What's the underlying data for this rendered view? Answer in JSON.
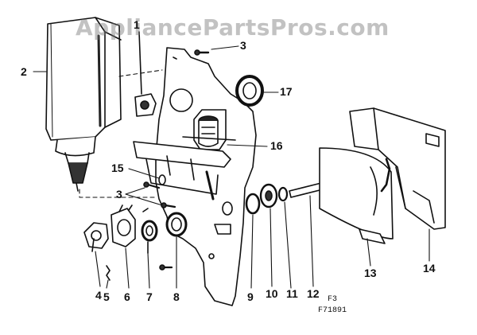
{
  "watermark": "AppliancePartsPros.com",
  "figure": {
    "fig_id": "F3",
    "code": "F71891"
  },
  "callouts": {
    "c1": "1",
    "c2": "2",
    "c3a": "3",
    "c3b": "3",
    "c4": "4",
    "c5": "5",
    "c6": "6",
    "c7": "7",
    "c8": "8",
    "c9": "9",
    "c10": "10",
    "c11": "11",
    "c12": "12",
    "c13": "13",
    "c14": "14",
    "c15": "15",
    "c16": "16",
    "c17": "17"
  },
  "colors": {
    "ink": "#111111",
    "watermark": "#9a9a9a"
  }
}
